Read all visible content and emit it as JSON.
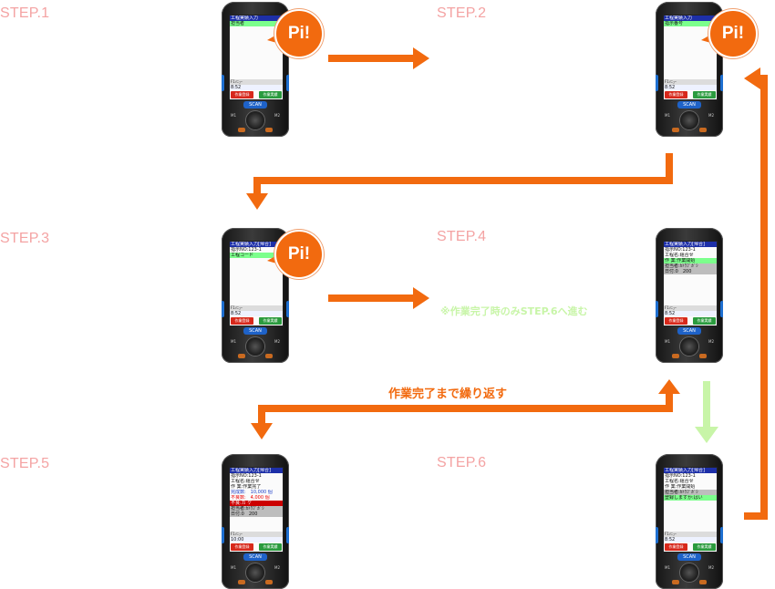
{
  "colors": {
    "arrow_orange": "#f26a0f",
    "arrow_green": "#c8f5a8",
    "step_label": "#f4a3a3",
    "note_orange": "#f26a0f",
    "note_green": "#c8f5a8"
  },
  "steps": [
    {
      "label": "STEP.1",
      "bubble": "Pi!",
      "screen": {
        "title": "工程実績入力",
        "lines": [
          {
            "text": "担当者",
            "style": "hl"
          }
        ],
        "menu": "F1ﾒﾆｭｰ",
        "status": "8:52",
        "btn_left": "作業登録",
        "btn_right": "作業実績"
      }
    },
    {
      "label": "STEP.2",
      "bubble": "Pi!",
      "screen": {
        "title": "工程実績入力",
        "lines": [
          {
            "text": "指示番号",
            "style": "hl"
          }
        ],
        "menu": "F1ﾒﾆｭｰ",
        "status": "8:52",
        "btn_left": "作業登録",
        "btn_right": "作業実績"
      }
    },
    {
      "label": "STEP.3",
      "bubble": "Pi!",
      "screen": {
        "title": "工程実績入力[帰合]",
        "lines": [
          {
            "text": "指示NO:123-1",
            "style": ""
          },
          {
            "text": "工程コード",
            "style": "hl"
          }
        ],
        "menu": "F1ﾒﾆｭｰ",
        "status": "8:52",
        "btn_left": "作業登録",
        "btn_right": "作業実績"
      }
    },
    {
      "label": "STEP.4",
      "bubble": "",
      "screen": {
        "title": "工程実績入力[帰合]",
        "lines": [
          {
            "text": "指示NO:123-1",
            "style": ""
          },
          {
            "text": "工程名:組合せ",
            "style": ""
          },
          {
            "text": "作 業:作業開始",
            "style": "hl"
          },
          {
            "text": "",
            "style": ""
          },
          {
            "text": "",
            "style": ""
          },
          {
            "text": "",
            "style": ""
          },
          {
            "text": "担当者:ｶﾄｳﾌﾞｶﾞｼ",
            "style": "gray"
          },
          {
            "text": "日付:0　200",
            "style": "gray"
          }
        ],
        "menu": "F1ﾒﾆｭｰ",
        "status": "8:52",
        "btn_left": "作業登録",
        "btn_right": "作業実績"
      }
    },
    {
      "label": "STEP.5",
      "bubble": "",
      "screen": {
        "title": "工程実績入力[帰合]",
        "lines": [
          {
            "text": "指示NO:123-1",
            "style": ""
          },
          {
            "text": "工程名:組合せ",
            "style": ""
          },
          {
            "text": "",
            "style": ""
          },
          {
            "text": "作 業:作業完了",
            "style": ""
          },
          {
            "text": "完成数:　10,000 個",
            "style": "blue"
          },
          {
            "text": "",
            "style": ""
          },
          {
            "text": "不良数:　4,000 個",
            "style": "red"
          },
          {
            "text": "不良:カ ケ",
            "style": "darkred"
          },
          {
            "text": "担当者:ｶﾄｳﾌﾞｶﾞｼ",
            "style": "gray"
          },
          {
            "text": "日付:0　200",
            "style": "gray"
          }
        ],
        "menu": "F1ﾒﾆｭｰ",
        "status": "10:00",
        "btn_left": "作業登録",
        "btn_right": "作業実績"
      }
    },
    {
      "label": "STEP.6",
      "bubble": "",
      "screen": {
        "title": "工程実績入力[帰合]",
        "lines": [
          {
            "text": "指示NO:123-1",
            "style": ""
          },
          {
            "text": "工程名:組合せ",
            "style": ""
          },
          {
            "text": "",
            "style": ""
          },
          {
            "text": "作 業:作業開始",
            "style": ""
          },
          {
            "text": "",
            "style": ""
          },
          {
            "text": "",
            "style": ""
          },
          {
            "text": "担当者:ｶﾄｳﾌﾞｶﾞｼ",
            "style": "gray"
          },
          {
            "text": "登録しますか:はい",
            "style": "hl"
          }
        ],
        "menu": "F1ﾒﾆｭｰ",
        "status": "8:52",
        "btn_left": "作業登録",
        "btn_right": "作業実績"
      }
    }
  ],
  "device": {
    "scan_label": "SCAN",
    "key_left": "M1",
    "key_right": "M2"
  },
  "notes": {
    "step6_condition": "※作業完了時のみSTEP.6へ進む",
    "repeat_until_done": "作業完了まで繰り返す"
  }
}
